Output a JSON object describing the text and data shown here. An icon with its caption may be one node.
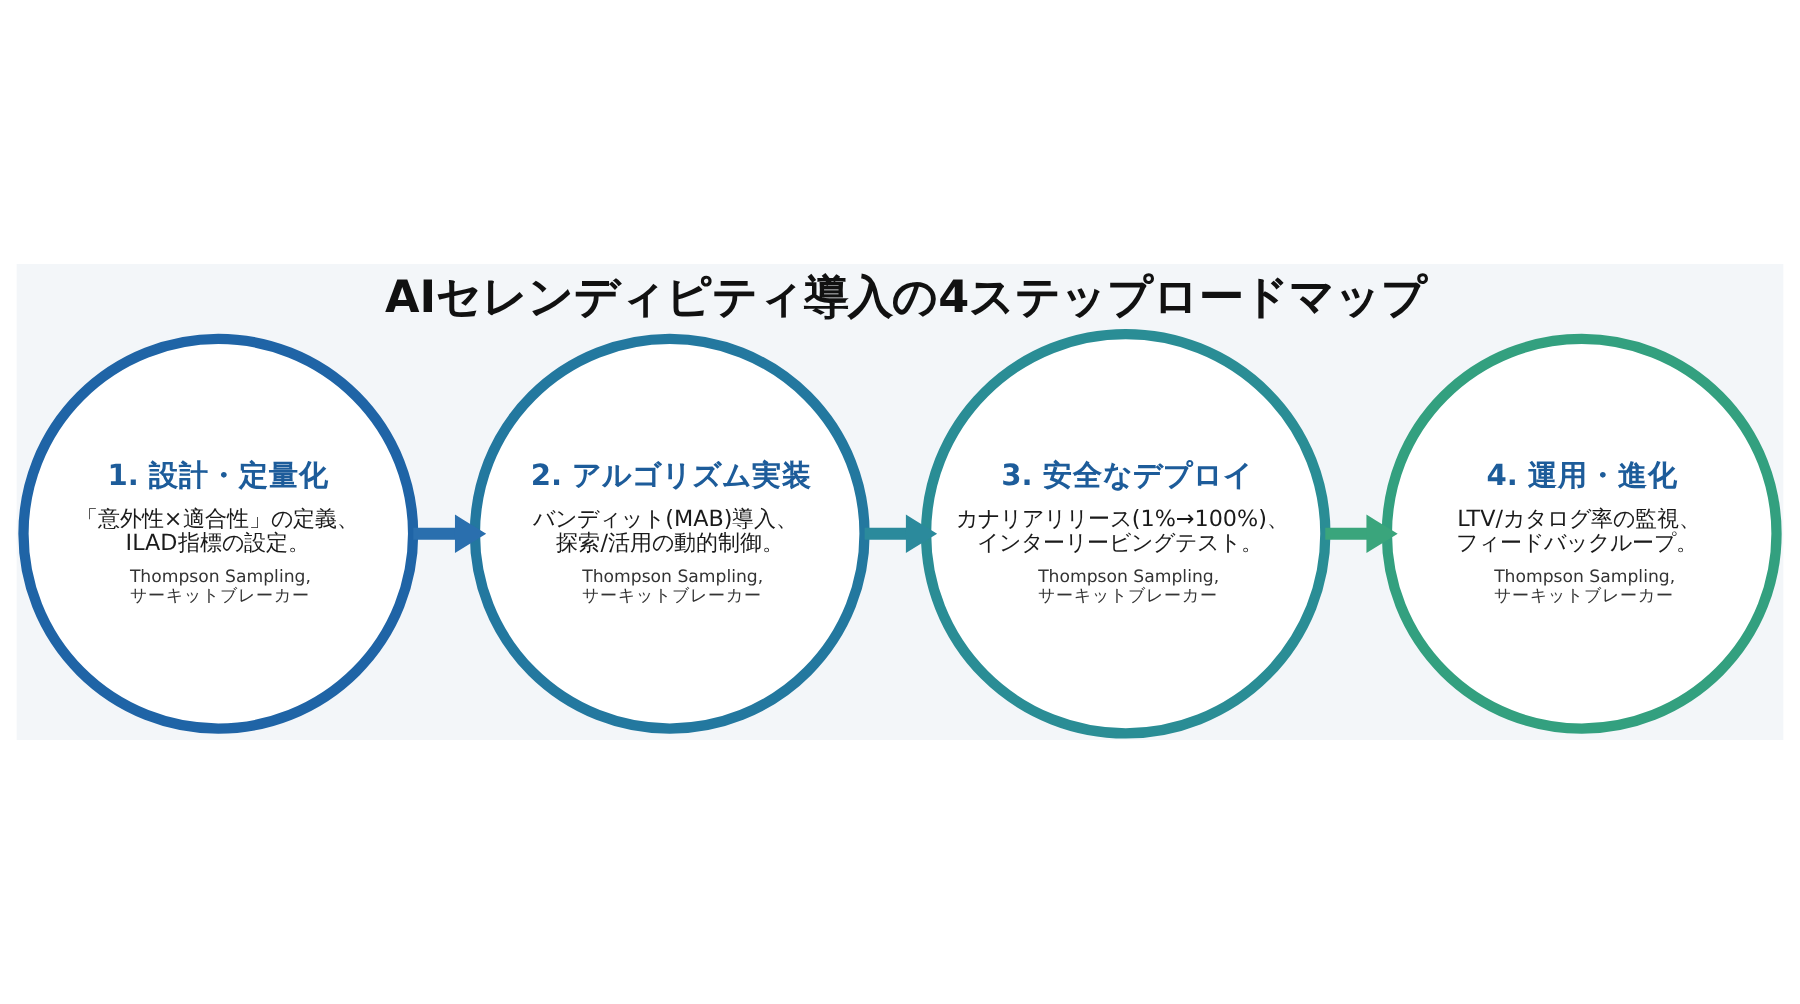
{
  "diagram": {
    "title": "AIセレンディピティ導入の4ステップロードマップ",
    "nodes": [
      {
        "text": [
          "1. 設計・定量化",
          "「意外性×適合性」の定義、ILAD指標の設定。",
          "Thompson Sampling, サーキットブレーカー"
        ]
      },
      {
        "text": [
          "2. アルゴリズム実装",
          "バンディット(MAB)導入、探索/活用の動的制御。",
          "Thompson Sampling, サーキットブレーカー"
        ]
      },
      {
        "text": [
          "3. 安全なデプロイ",
          "カナリアリリース(1%→100%)、インターリービングテスト。",
          "Thompson Sampling, サーキットブレーカー"
        ]
      },
      {
        "text": [
          "4. 運用・進化",
          "LTV/カタログ率の監視、フィードバックループ。",
          "Thompson Sampling, サーキットブレーカー"
        ]
      }
    ],
    "edges": [
      {
        "from": 0,
        "to": 1,
        "arrow": "to",
        "color": "#2a6fae"
      },
      {
        "from": 1,
        "to": 2,
        "arrow": "to",
        "color": "#2b8a9c"
      },
      {
        "from": 2,
        "to": 3,
        "arrow": "to",
        "color": "#3aa57c"
      }
    ]
  }
}
